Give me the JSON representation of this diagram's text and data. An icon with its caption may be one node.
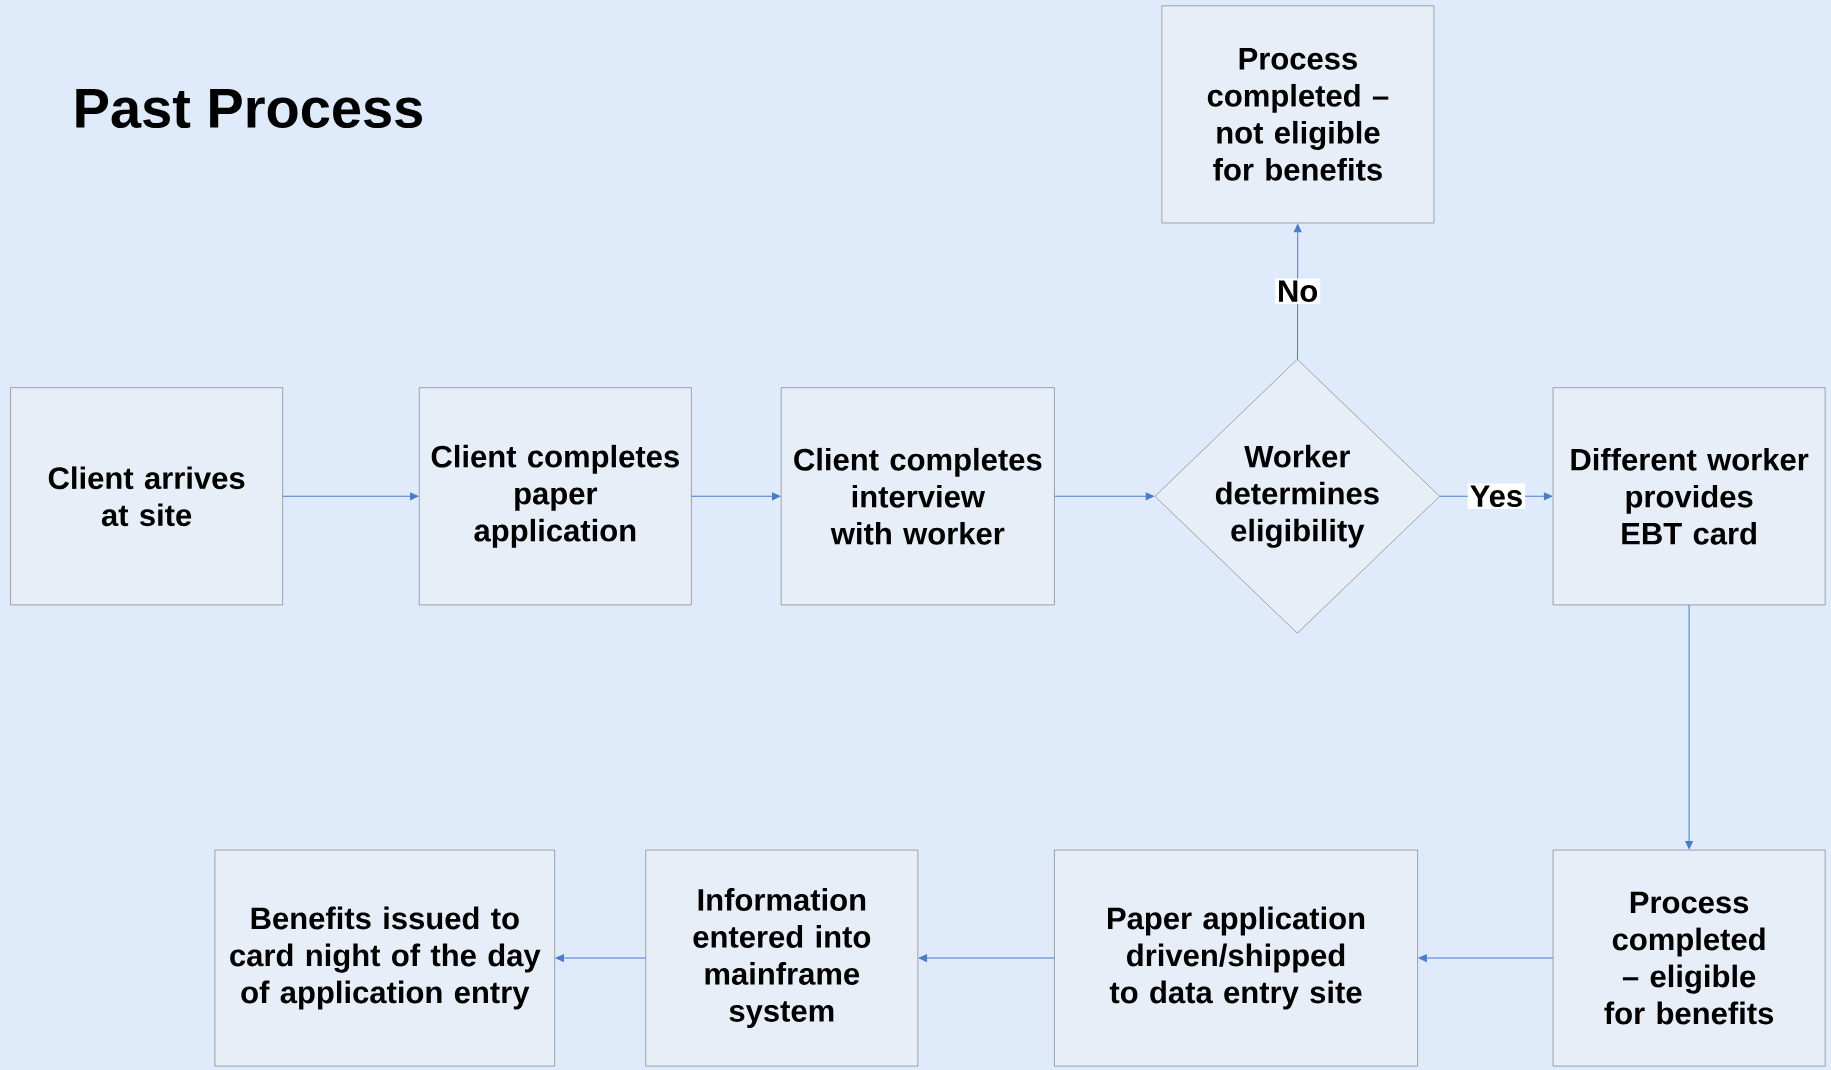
{
  "diagram": {
    "title": "Past Process",
    "nodes": [
      {
        "text": [
          "Client arrives at site"
        ]
      },
      {
        "text": [
          "Client completes paper application"
        ]
      },
      {
        "text": [
          "Client completes interview with worker"
        ]
      },
      {
        "text": [
          "Worker determines eligibility"
        ]
      },
      {
        "text": [
          "Process completed – not eligible for benefits"
        ]
      },
      {
        "text": [
          "Different worker provides EBT card"
        ]
      },
      {
        "text": [
          "Process completed – eligible for benefits"
        ]
      },
      {
        "text": [
          "Paper application driven/shipped to data entry site"
        ]
      },
      {
        "text": [
          "Information entered into mainframe system"
        ]
      },
      {
        "text": [
          "Benefits issued to card night of the day of application entry"
        ]
      }
    ],
    "edges": [
      {
        "from": 0,
        "to": 1,
        "arrow": "to"
      },
      {
        "from": 1,
        "to": 2,
        "arrow": "to"
      },
      {
        "from": 2,
        "to": 3,
        "arrow": "to"
      },
      {
        "from": 3,
        "to": 4,
        "arrow": "to",
        "label": "No"
      },
      {
        "from": 3,
        "to": 5,
        "arrow": "to",
        "label": "Yes"
      },
      {
        "from": 5,
        "to": 6,
        "arrow": "to"
      },
      {
        "from": 6,
        "to": 7,
        "arrow": "to"
      },
      {
        "from": 7,
        "to": 8,
        "arrow": "to"
      },
      {
        "from": 8,
        "to": 9,
        "arrow": "to"
      }
    ]
  }
}
